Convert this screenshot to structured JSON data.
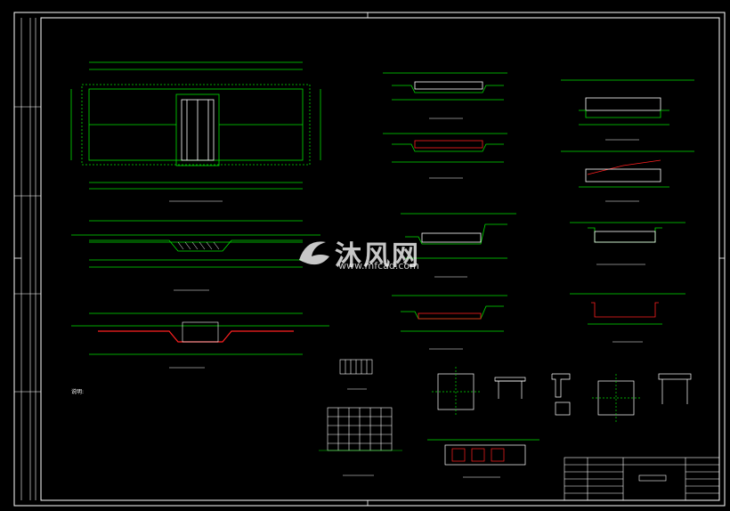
{
  "drawing": {
    "colors": {
      "background": "#000000",
      "frame": "#ffffff",
      "geometry": "#00e000",
      "section": "#ff2020",
      "text": "#ffffff",
      "dim": "#ffff66"
    }
  },
  "watermark": {
    "brand": "沐风网",
    "url": "www.mfcad.com",
    "icon": "mfcad-logo-icon"
  },
  "notes": {
    "title": "说明:"
  }
}
